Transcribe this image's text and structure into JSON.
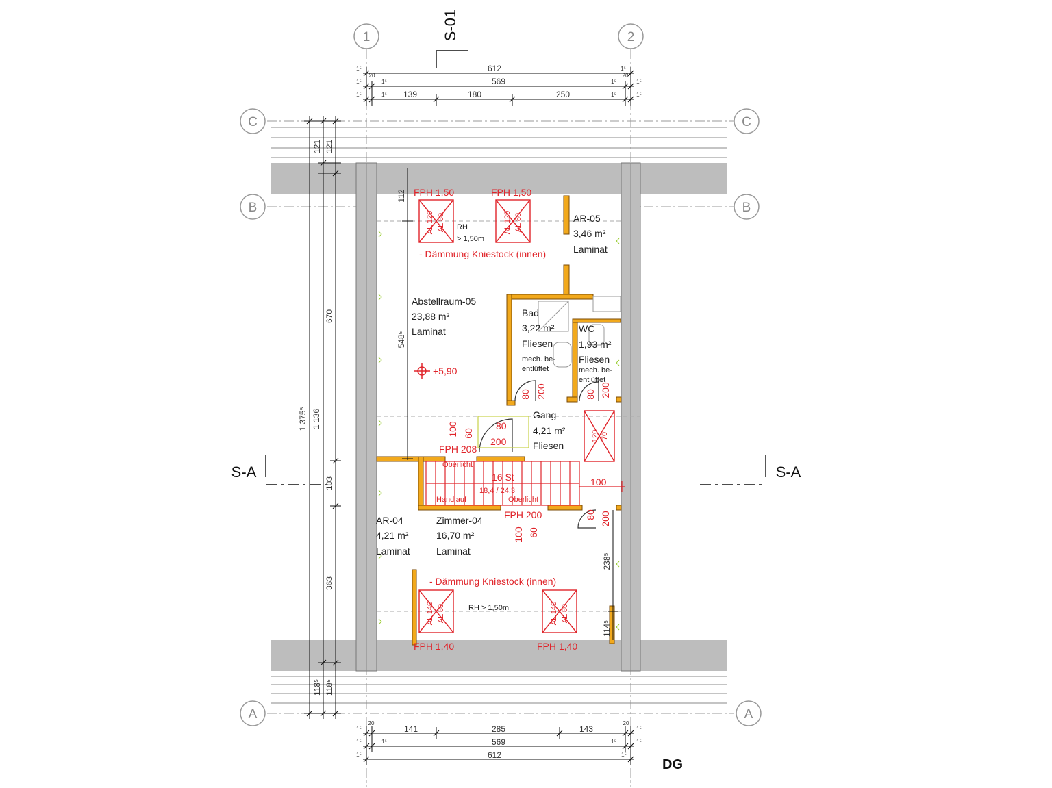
{
  "drawing": {
    "section_top": "S-01",
    "section_side": "S-A",
    "floor_label": "DG",
    "grid_axes": [
      "1",
      "2",
      "A",
      "B",
      "C"
    ],
    "colors": {
      "wall_fill": "#f2a91c",
      "wall_stroke": "#7a4a05",
      "annotation_red": "#e0242a",
      "slab_grey": "#bdbdbd",
      "grid_grey": "#9a9a9a"
    }
  },
  "dimensions": {
    "top": {
      "row1": {
        "total": "612",
        "ends": [
          "1⁵",
          "1⁵"
        ],
        "subs": [
          "20",
          "20"
        ]
      },
      "row2": {
        "total": "569",
        "ends": [
          "1⁵",
          "1⁵",
          "1⁵",
          "1⁵"
        ]
      },
      "row3": {
        "segs": [
          "139",
          "180",
          "250"
        ],
        "ends": [
          "1⁵",
          "1⁵",
          "1⁵",
          "1⁵"
        ]
      }
    },
    "bottom": {
      "row1": {
        "segs": [
          "141",
          "285",
          "143"
        ],
        "ends": [
          "20",
          "20",
          "1⁵",
          "1⁵"
        ]
      },
      "row2": {
        "total": "569",
        "ends": [
          "1⁵",
          "1⁵",
          "1⁵",
          "1⁵"
        ]
      },
      "row3": {
        "total": "612",
        "ends": [
          "1⁵",
          "1⁵"
        ]
      }
    },
    "left": {
      "outer": "1 375⁵",
      "middle": "1 136",
      "segs": [
        "121",
        "121",
        "670",
        "103",
        "363",
        "118⁵",
        "118⁵"
      ]
    },
    "inner": [
      "112",
      "548⁵",
      "238⁵",
      "114⁵"
    ]
  },
  "rooms": [
    {
      "id": "abstellraum",
      "name": "Abstellraum-05",
      "area": "23,88 m²",
      "floor": "Laminat"
    },
    {
      "id": "ar05",
      "name": "AR-05",
      "area": "3,46 m²",
      "floor": "Laminat"
    },
    {
      "id": "bad",
      "name": "Bad",
      "area": "3,22 m²",
      "floor": "Fliesen",
      "note": [
        "mech. be-",
        "entlüftet"
      ]
    },
    {
      "id": "wc",
      "name": "WC",
      "area": "1,93 m²",
      "floor": "Fliesen",
      "note": [
        "mech. be-",
        "entlüftet"
      ]
    },
    {
      "id": "gang",
      "name": "Gang",
      "area": "4,21 m²",
      "floor": "Fliesen"
    },
    {
      "id": "ar04",
      "name": "AR-04",
      "area": "4,21 m²",
      "floor": "Laminat"
    },
    {
      "id": "zimmer04",
      "name": "Zimmer-04",
      "area": "16,70 m²",
      "floor": "Laminat"
    }
  ],
  "annotations": {
    "windows": [
      "FPH 1,50",
      "FPH 1,50",
      "FPH 1,40",
      "FPH 1,40"
    ],
    "window_codes": [
      "AL 120",
      "AL 80",
      "AL 120",
      "AL 80",
      "AL 140",
      "AL 80",
      "AL 140",
      "AL 80"
    ],
    "rh_top": [
      "RH",
      "> 1,50m"
    ],
    "rh_bottom": "RH > 1,50m",
    "insulation": "- Dämmung Kniestock (innen)",
    "level": "+5,90",
    "doors": [
      "80",
      "200",
      "80",
      "200",
      "80",
      "200",
      "80",
      "200",
      "100",
      "60"
    ],
    "opening": [
      "100",
      "60",
      "FPH 208"
    ],
    "stairs": [
      "16 St",
      "18,4 / 24,3",
      "Handlauf",
      "Oberlicht",
      "Oberlicht"
    ],
    "fph_200": "FPH 200",
    "door_lower": [
      "100",
      "60"
    ],
    "stair_side": "100",
    "right_window": [
      "120",
      "70"
    ]
  }
}
